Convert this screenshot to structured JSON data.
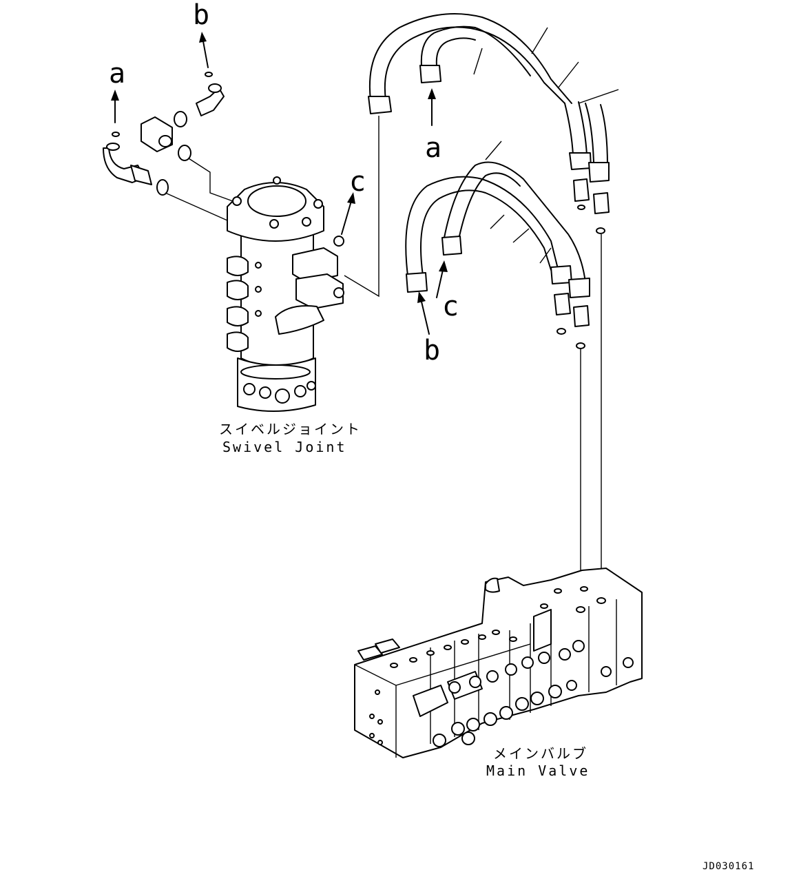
{
  "labels": {
    "a_left": "a",
    "b_top": "b",
    "c_right": "c",
    "a_hose": "a",
    "c_hose": "c",
    "b_hose": "b"
  },
  "components": {
    "swivel_joint": {
      "jp": "スイベルジョイント",
      "en": "Swivel Joint"
    },
    "main_valve": {
      "jp": "メインバルブ",
      "en": "Main Valve"
    }
  },
  "drawing_code": "JD030161"
}
